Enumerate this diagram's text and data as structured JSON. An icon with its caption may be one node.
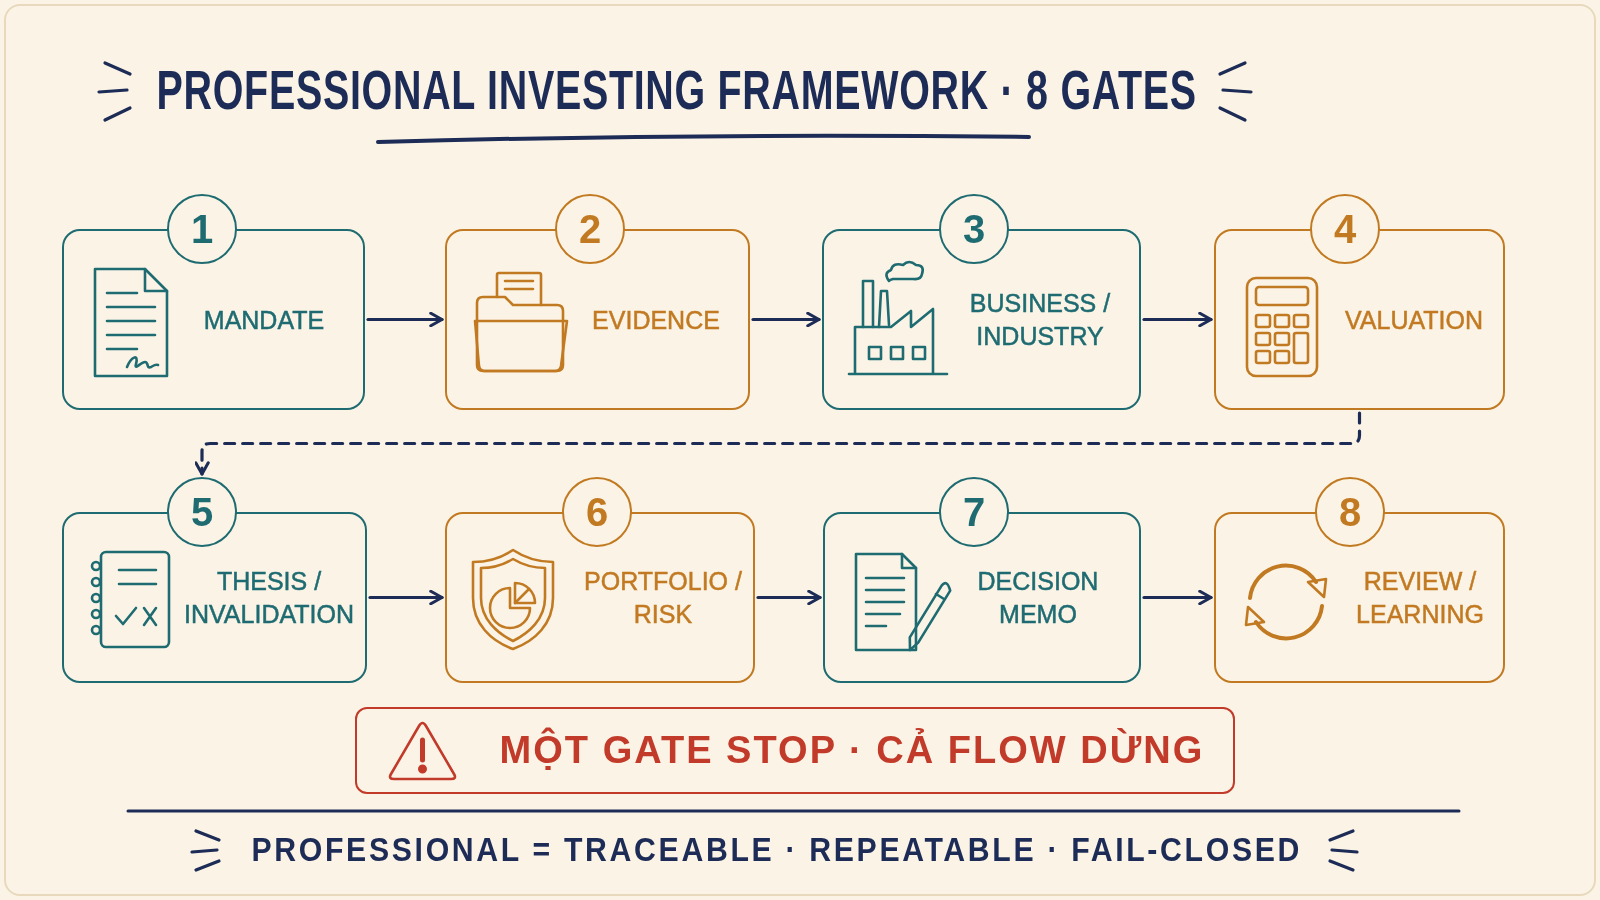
{
  "diagram": {
    "title": "PROFESSIONAL INVESTING FRAMEWORK · 8 GATES",
    "caption": "PROFESSIONAL = TRACEABLE · REPEATABLE · FAIL-CLOSED",
    "nodes": [
      {
        "text": [
          "1",
          "MANDATE"
        ]
      },
      {
        "text": [
          "2",
          "EVIDENCE"
        ]
      },
      {
        "text": [
          "3",
          "BUSINESS / INDUSTRY"
        ]
      },
      {
        "text": [
          "4",
          "VALUATION"
        ]
      },
      {
        "text": [
          "5",
          "THESIS / INVALIDATION"
        ]
      },
      {
        "text": [
          "6",
          "PORTFOLIO / RISK"
        ]
      },
      {
        "text": [
          "7",
          "DECISION MEMO"
        ]
      },
      {
        "text": [
          "8",
          "REVIEW / LEARNING"
        ]
      },
      {
        "text": [
          "MỘT GATE STOP · CẢ FLOW DỪNG"
        ]
      }
    ],
    "edges": [
      {
        "from": 0,
        "to": 1,
        "arrow": "to"
      },
      {
        "from": 1,
        "to": 2,
        "arrow": "to"
      },
      {
        "from": 2,
        "to": 3,
        "arrow": "to"
      },
      {
        "from": 3,
        "to": 4,
        "arrow": "to",
        "style": "dashed"
      },
      {
        "from": 4,
        "to": 5,
        "arrow": "to"
      },
      {
        "from": 5,
        "to": 6,
        "arrow": "to"
      },
      {
        "from": 6,
        "to": 7,
        "arrow": "to"
      }
    ]
  }
}
